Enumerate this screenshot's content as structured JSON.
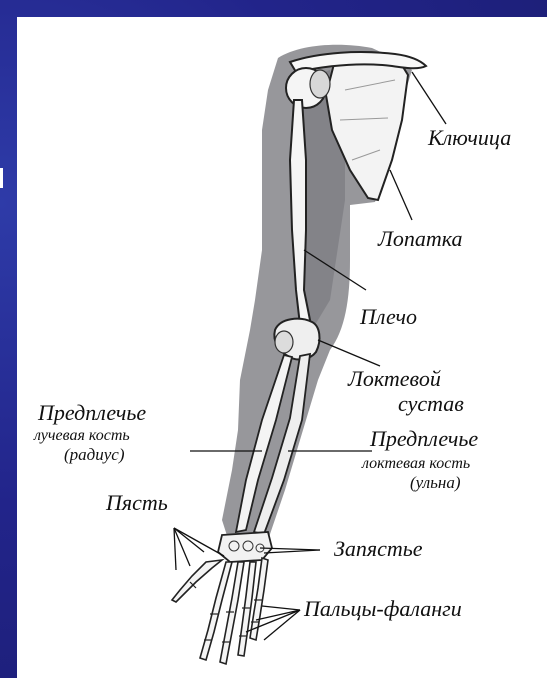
{
  "labels": {
    "clavicle": "Ключица",
    "scapula": "Лопатка",
    "humerus": "Плечо",
    "elbow_1": "Локтевой",
    "elbow_2": "сустав",
    "forearm_left_1": "Предплечье",
    "forearm_left_2": "лучевая кость",
    "forearm_left_3": "(радиус)",
    "forearm_right_1": "Предплечье",
    "forearm_right_2": "локтевая кость",
    "forearm_right_3": "(ульна)",
    "metacarpus": "Пясть",
    "wrist": "Запястье",
    "fingers": "Пальцы-фаланги"
  },
  "colors": {
    "background": "#22248a",
    "panel": "#ffffff",
    "arm_silhouette": "#8e8e92",
    "bone_fill": "#f4f4f4",
    "bone_outline": "#222222"
  }
}
